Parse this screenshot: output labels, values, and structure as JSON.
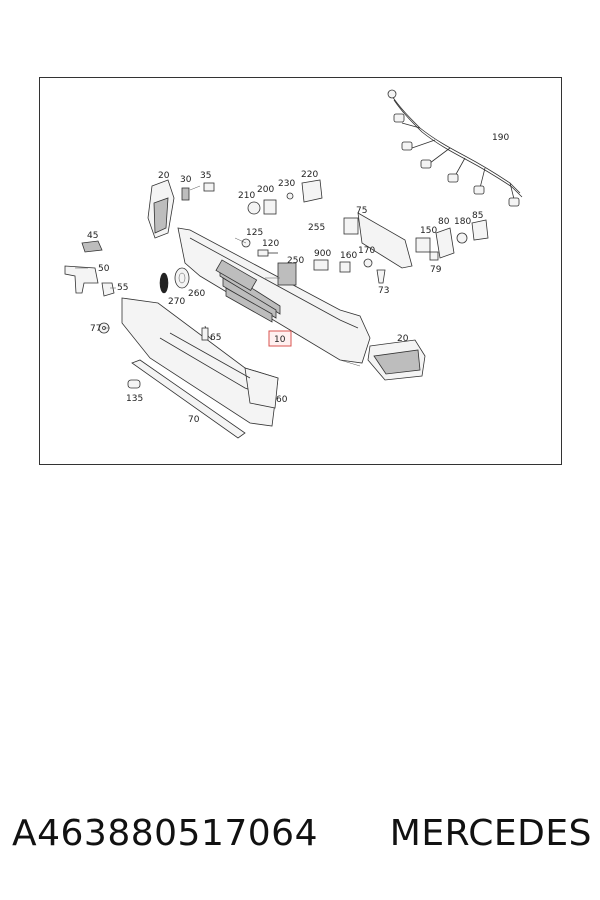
{
  "diagram": {
    "highlighted_part": "10",
    "callouts": {
      "c10": "10",
      "c20a": "20",
      "c20b": "20",
      "c30": "30",
      "c35": "35",
      "c45": "45",
      "c50": "50",
      "c55": "55",
      "c60": "60",
      "c65": "65",
      "c70": "70",
      "c73": "73",
      "c75": "75",
      "c77": "77",
      "c79": "79",
      "c80": "80",
      "c85": "85",
      "c120": "120",
      "c125": "125",
      "c135": "135",
      "c150": "150",
      "c160": "160",
      "c170": "170",
      "c180": "180",
      "c190": "190",
      "c200": "200",
      "c210": "210",
      "c220": "220",
      "c230": "230",
      "c250": "250",
      "c255": "255",
      "c260": "260",
      "c270": "270",
      "c900": "900"
    }
  },
  "footer": {
    "part_number": "A463880517064",
    "brand": "MERCEDES"
  },
  "colors": {
    "highlight": "#d9534f",
    "line": "#333333"
  }
}
